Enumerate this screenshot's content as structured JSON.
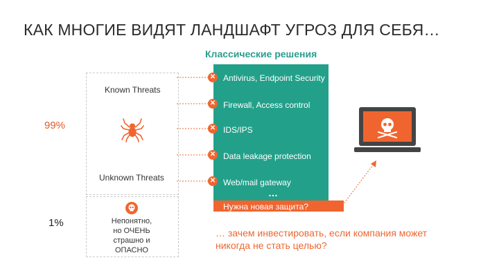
{
  "title": "КАК МНОГИЕ ВИДЯТ ЛАНДШАФТ УГРОЗ ДЛЯ СЕБЯ…",
  "classic_heading": "Классические решения",
  "known_threats": "Known Threats",
  "unknown_threats": "Unknown Threats",
  "percent_known": "99%",
  "percent_unknown": "1%",
  "unknown_desc": [
    "Непонятно,",
    "но ОЧЕНЬ",
    "страшно и",
    "ОПАСНО"
  ],
  "solutions": [
    "Antivirus, Endpoint Security",
    "Firewall, Access control",
    "IDS/IPS",
    "Data leakage protection",
    "Web/mail gateway"
  ],
  "ellipsis": "…",
  "new_protection": "Нужна новая защита?",
  "question": [
    "… зачем инвестировать, если компания может",
    "никогда не стать целью?"
  ],
  "icons": {
    "spider": "spider-icon",
    "skull": "skull-icon",
    "laptop": "laptop-icon",
    "x": "x-mark-icon"
  },
  "colors": {
    "accent": "#f0652f",
    "teal": "#23a08a"
  }
}
